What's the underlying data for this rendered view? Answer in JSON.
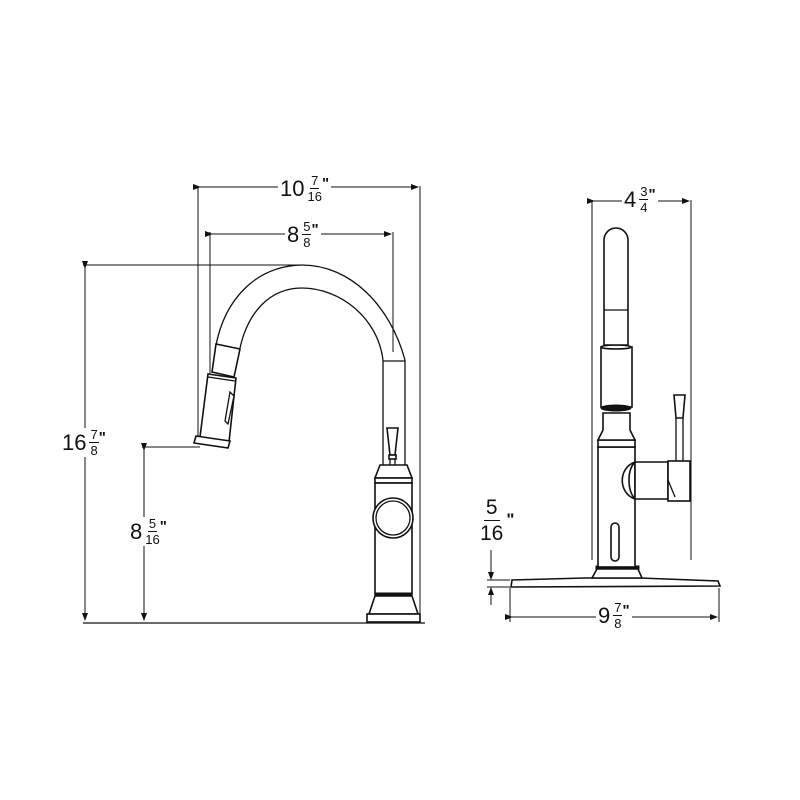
{
  "diagram": {
    "type": "technical dimension drawing",
    "subject": "pull-down kitchen faucet",
    "views": [
      "front-view",
      "side-view"
    ]
  },
  "dimensions": {
    "overall_reach": {
      "whole": "10",
      "num": "7",
      "den": "16",
      "unit": "\""
    },
    "spout_reach": {
      "whole": "8",
      "num": "5",
      "den": "8",
      "unit": "\""
    },
    "overall_height": {
      "whole": "16",
      "num": "7",
      "den": "8",
      "unit": "\""
    },
    "spout_height": {
      "whole": "8",
      "num": "5",
      "den": "16",
      "unit": "\""
    },
    "side_width": {
      "whole": "4",
      "num": "3",
      "den": "4",
      "unit": "\""
    },
    "deck_plate_thickness": {
      "num": "5",
      "den": "16",
      "unit": "\""
    },
    "deck_plate_width": {
      "whole": "9",
      "num": "7",
      "den": "8",
      "unit": "\""
    }
  },
  "colors": {
    "line": "#111111",
    "background": "#ffffff"
  }
}
